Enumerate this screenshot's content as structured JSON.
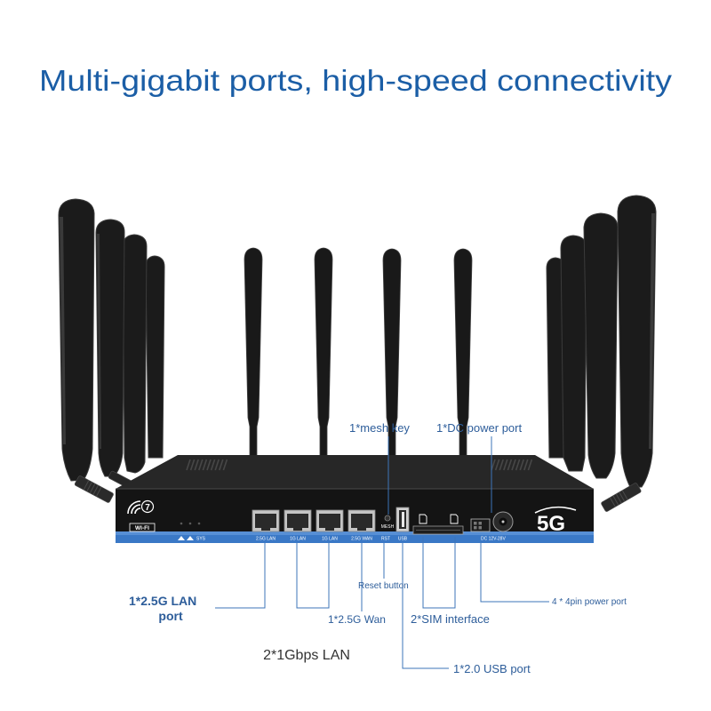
{
  "title": "Multi-gigabit ports, high-speed connectivity",
  "callouts": {
    "mesh_key": "1*mesh key",
    "dc_power_port": "1*DC power port",
    "lan_25g_line1": "1*2.5G LAN",
    "lan_25g_line2": "port",
    "reset_button": "Reset button",
    "wan_25g": "1*2.5G Wan",
    "lan_1g": "2*1Gbps LAN",
    "sim_interface": "2*SIM interface",
    "usb_port": "1*2.0 USB port",
    "power_4pin": "4 * 4pin power port"
  },
  "panel_labels": {
    "port1": "2.5G LAN",
    "port2": "1G LAN",
    "port3": "1G LAN",
    "port4": "2.5G WAN",
    "mesh": "MESH",
    "rst": "RST",
    "usb": "USB",
    "dc": "DC 12V-28V",
    "sys": "SYS"
  },
  "logos": {
    "wifi_number": "7",
    "wifi_text": "WI-FI",
    "fiveg": "5G"
  },
  "colors": {
    "title": "#1b5ea6",
    "callout": "#2d5d9a",
    "callout_line": "#3c74b8",
    "lan_label": "#333333",
    "strip": "#3a78c6",
    "body": "#141414"
  }
}
